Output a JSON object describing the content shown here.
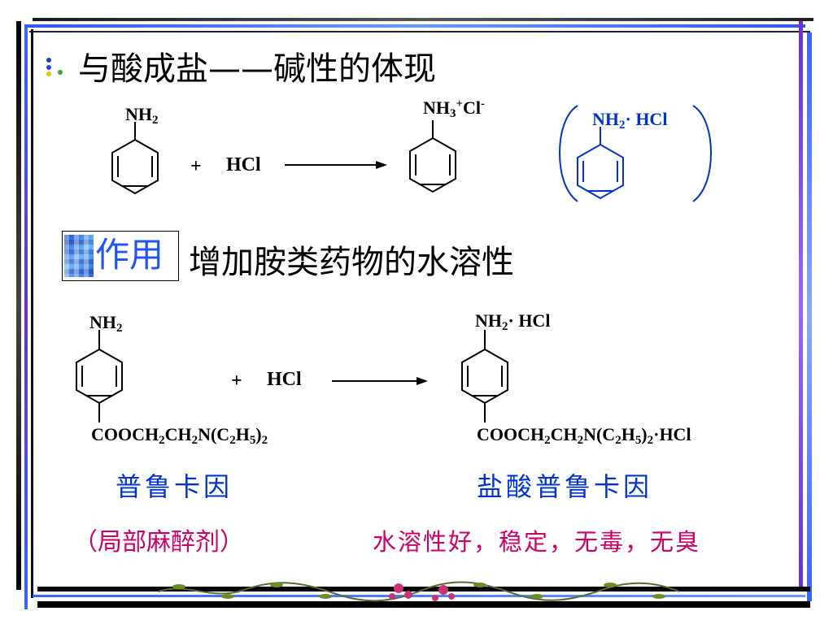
{
  "heading": {
    "bullet_icon": "dots-bullet-icon",
    "text": "与酸成盐——碱性的体现"
  },
  "reaction1": {
    "reactant_group": [
      "NH",
      "2"
    ],
    "plus": "+",
    "reagent": "HCl",
    "product_group": [
      "NH",
      "3",
      "+",
      "Cl",
      "-"
    ],
    "alt_form": [
      "NH",
      "2",
      "· HCl"
    ]
  },
  "usage": {
    "badge_label": "作用",
    "text": "增加胺类药物的水溶性"
  },
  "reaction2": {
    "reactant_group": [
      "NH",
      "2"
    ],
    "plus": "+",
    "reagent": "HCl",
    "product_group": [
      "NH",
      "2",
      "· HCl"
    ],
    "reactant_chain": [
      "COOCH",
      "2",
      "CH",
      "2",
      "N(C",
      "2",
      "H",
      "5",
      ")",
      "2"
    ],
    "product_chain": [
      "COOCH",
      "2",
      "CH",
      "2",
      "N(C",
      "2",
      "H",
      "5",
      ")",
      "2",
      "·HCl"
    ],
    "reactant_name": "普鲁卡因",
    "product_name": "盐酸普鲁卡因",
    "note_left": "（局部麻醉剂）",
    "note_right": "水溶性好，稳定，无毒，无臭"
  },
  "colors": {
    "blue_text": "#0033cc",
    "magenta_text": "#cc0066",
    "frame_dark": "#000000",
    "frame_purple": "#6633cc",
    "frame_blue": "#3366ff"
  }
}
